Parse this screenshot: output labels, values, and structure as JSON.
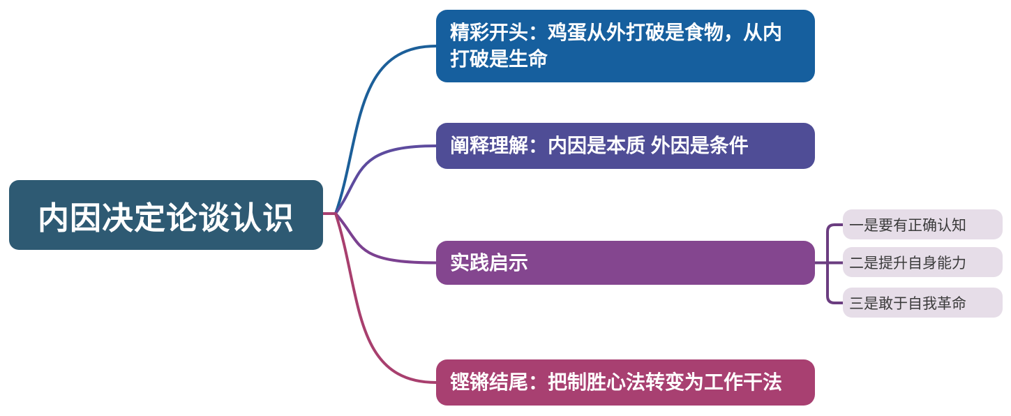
{
  "mindmap": {
    "title": "内因决定论谈认识 mind map",
    "root": {
      "label": "内因决定论谈认识",
      "bg": "#2E5A73",
      "text_color": "#FFFFFF",
      "stub_color": "#A84071"
    },
    "branches": [
      {
        "id": "opening",
        "label": "精彩开头：鸡蛋从外打破是食物，从内打破是生命",
        "bg": "#165F9E",
        "text_color": "#FFFFFF",
        "line_color": "#1C5F99"
      },
      {
        "id": "explanation",
        "label": "阐释理解：内因是本质 外因是条件",
        "bg": "#4F4D96",
        "text_color": "#FFFFFF",
        "line_color": "#5D4B9E"
      },
      {
        "id": "practice",
        "label": "实践启示",
        "bg": "#84468F",
        "text_color": "#FFFFFF",
        "line_color": "#7B4190",
        "children_line_color": "#6B3D80",
        "children_bg": "#E6DDE8",
        "children_text_color": "#3B3B3B",
        "children": [
          {
            "label": "一是要有正确认知"
          },
          {
            "label": "二是提升自身能力"
          },
          {
            "label": "三是敢于自我革命"
          }
        ]
      },
      {
        "id": "ending",
        "label": "铿锵结尾：把制胜心法转变为工作干法",
        "bg": "#A84071",
        "text_color": "#FFFFFF",
        "line_color": "#A83F6E"
      }
    ]
  }
}
